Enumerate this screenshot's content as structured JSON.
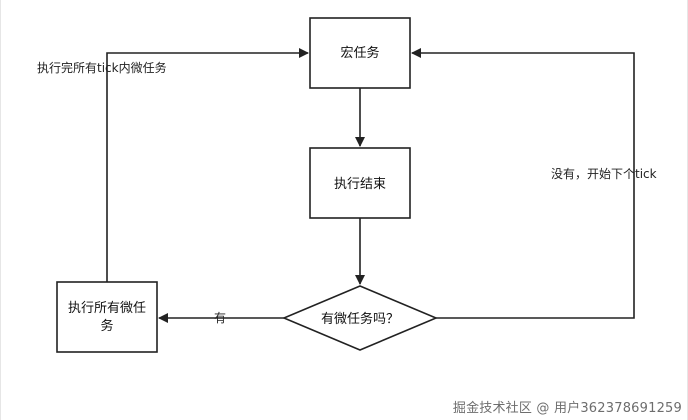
{
  "nodes": {
    "macro_task": "宏任务",
    "exec_end": "执行结束",
    "decision": "有微任务吗？",
    "exec_all_line1": "执行所有微任",
    "exec_all_line2": "务"
  },
  "edges": {
    "after_all_micro": "执行完所有tick内微任务",
    "no_next_tick": "没有，开始下个tick",
    "yes": "有"
  },
  "watermark": "掘金技术社区 @ 用户362378691259"
}
